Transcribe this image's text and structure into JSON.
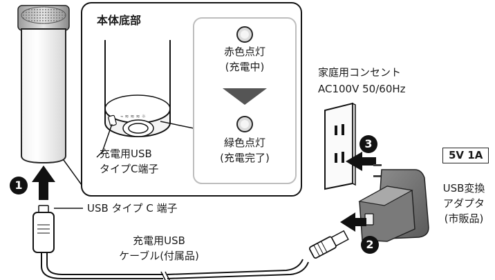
{
  "base_panel": {
    "title": "本体底部",
    "port_label_line1": "充電用USB",
    "port_label_line2": "タイプC端子"
  },
  "indicator": {
    "state1_line1": "赤色点灯",
    "state1_line2": "(充電中)",
    "state2_line1": "緑色点灯",
    "state2_line2": "(充電完了)"
  },
  "outlet": {
    "line1": "家庭用コンセント",
    "line2": "AC100V 50/60Hz"
  },
  "adapter": {
    "spec": "5V 1A",
    "line1": "USB変換",
    "line2": "アダプタ",
    "line3": "(市販品)"
  },
  "connector_label": "USB タイプ C 端子",
  "cable": {
    "line1": "充電用USB",
    "line2": "ケーブル(付属品)"
  },
  "steps": [
    "1",
    "2",
    "3"
  ]
}
